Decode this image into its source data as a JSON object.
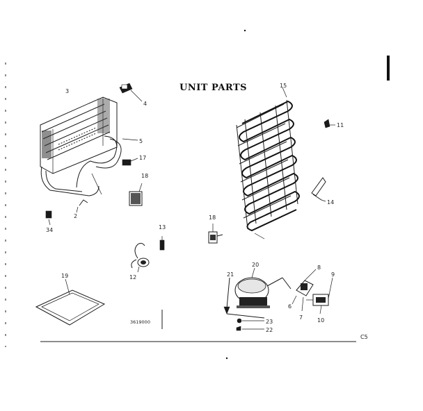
{
  "diagram": {
    "title": "UNIT PARTS",
    "drawing_code": "3619000",
    "corner_mark": "C5",
    "callouts": {
      "p3": "3",
      "p4": "4",
      "p5": "5",
      "p17": "17",
      "p18a": "18",
      "p2": "2",
      "p34": "34",
      "p13": "13",
      "p12": "12",
      "p15": "15",
      "p11": "11",
      "p14": "14",
      "p18b": "18",
      "p19": "19",
      "p20": "20",
      "p21": "21",
      "p8": "8",
      "p9": "9",
      "p6": "6",
      "p7": "7",
      "p10": "10",
      "p23": "23",
      "p22": "22"
    }
  }
}
